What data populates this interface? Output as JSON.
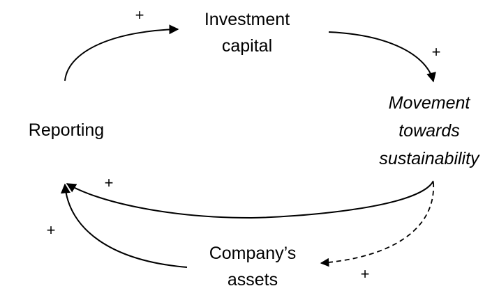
{
  "diagram": {
    "type": "causal-loop",
    "nodes": [
      {
        "id": "investment",
        "lines": [
          "Investment",
          "capital"
        ],
        "italic": false
      },
      {
        "id": "movement",
        "lines": [
          "Movement",
          "towards",
          "sustainability"
        ],
        "italic": true
      },
      {
        "id": "reporting",
        "lines": [
          "Reporting"
        ],
        "italic": false
      },
      {
        "id": "assets",
        "lines": [
          "Company’s",
          "assets"
        ],
        "italic": false
      }
    ],
    "links": [
      {
        "from": "reporting",
        "to": "investment",
        "polarity": "+",
        "style": "solid"
      },
      {
        "from": "investment",
        "to": "movement",
        "polarity": "+",
        "style": "solid"
      },
      {
        "from": "movement",
        "to": "reporting",
        "polarity": "+",
        "style": "solid"
      },
      {
        "from": "assets",
        "to": "reporting",
        "polarity": "+",
        "style": "solid"
      },
      {
        "from": "movement",
        "to": "assets",
        "polarity": "+",
        "style": "dashed"
      }
    ],
    "line_color": "#000000"
  }
}
